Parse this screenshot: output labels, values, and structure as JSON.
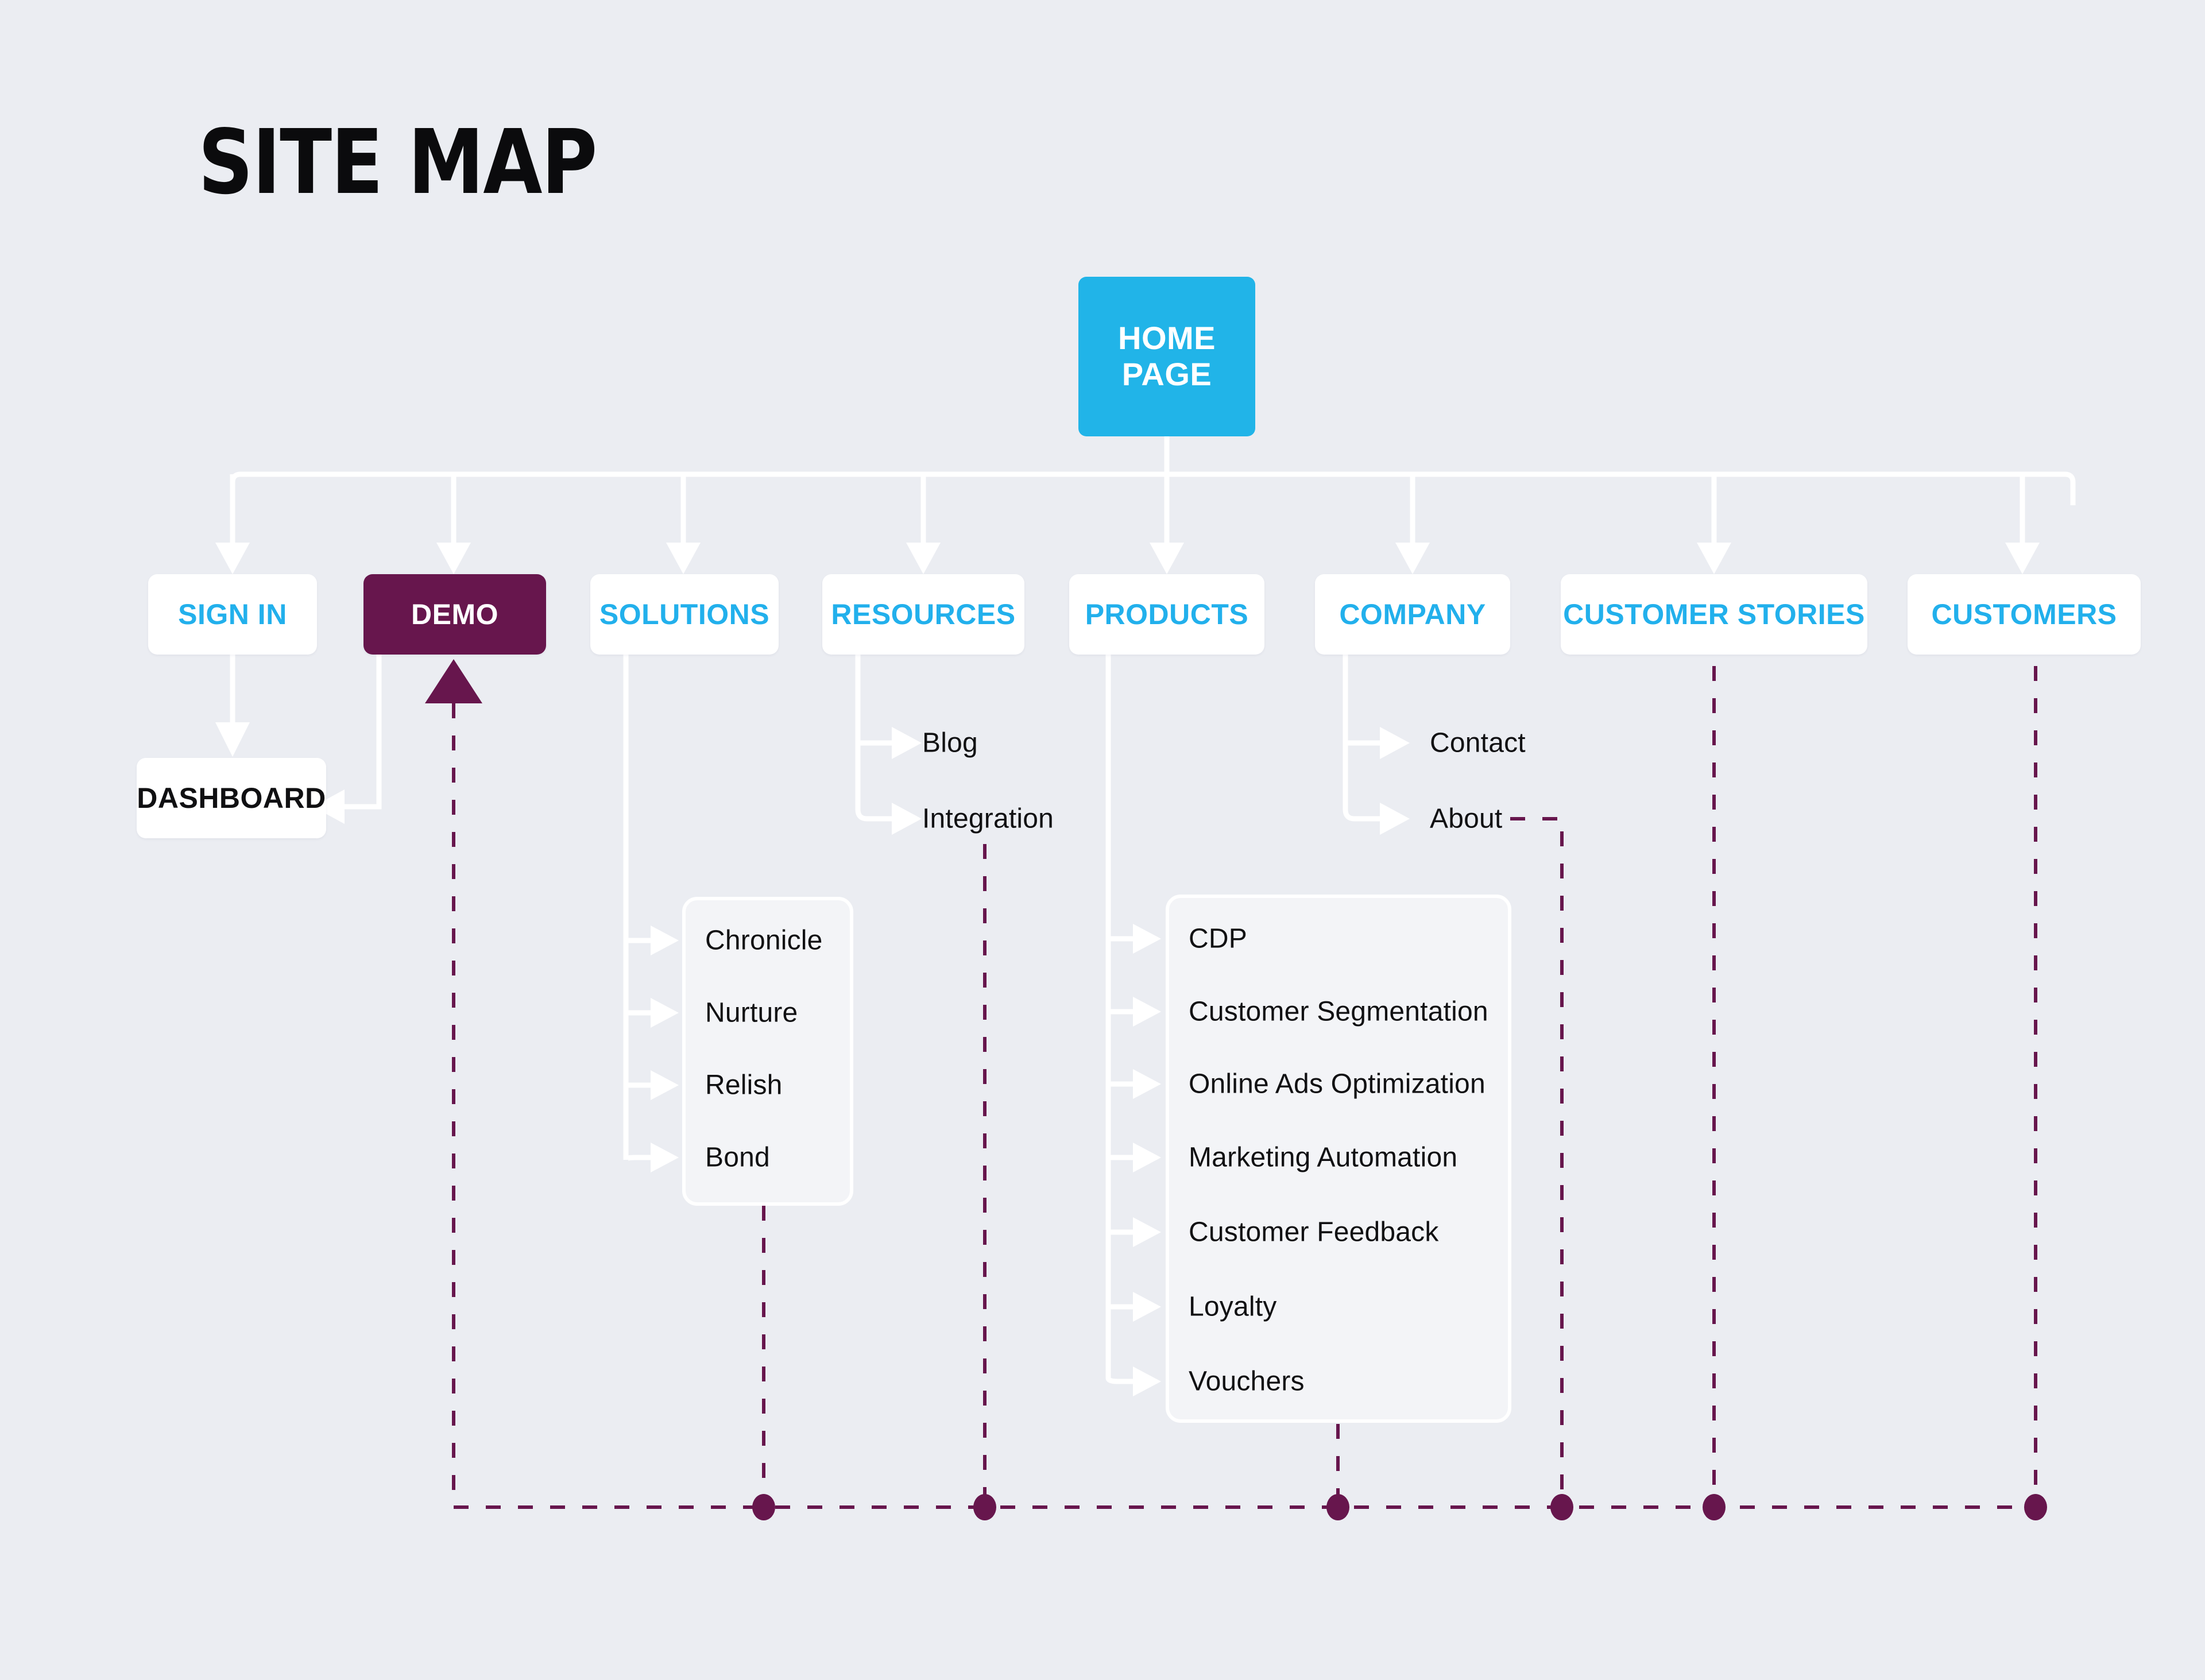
{
  "page": {
    "title": "SITE MAP",
    "background_color": "#ebedf2",
    "accent_blue": "#22b0ec",
    "accent_purple": "#67164d",
    "node_white": "#ffffff",
    "connector_white": "#ffffff",
    "panel_fill": "#f3f4f7"
  },
  "root": {
    "label_line1": "HOME",
    "label_line2": "PAGE",
    "name": "home-page"
  },
  "level1": [
    {
      "label": "SIGN IN",
      "name": "sign-in",
      "highlight": false
    },
    {
      "label": "DEMO",
      "name": "demo",
      "highlight": true
    },
    {
      "label": "SOLUTIONS",
      "name": "solutions",
      "highlight": false
    },
    {
      "label": "RESOURCES",
      "name": "resources",
      "highlight": false
    },
    {
      "label": "PRODUCTS",
      "name": "products",
      "highlight": false
    },
    {
      "label": "COMPANY",
      "name": "company",
      "highlight": false
    },
    {
      "label": "CUSTOMER STORIES",
      "name": "customer-stories",
      "highlight": false
    },
    {
      "label": "CUSTOMERS",
      "name": "customers",
      "highlight": false
    }
  ],
  "dashboard": {
    "label": "DASHBOARD",
    "name": "dashboard"
  },
  "resources_children": [
    {
      "label": "Blog"
    },
    {
      "label": "Integration"
    }
  ],
  "company_children": [
    {
      "label": "Contact"
    },
    {
      "label": "About"
    }
  ],
  "solutions_children": [
    {
      "label": "Chronicle"
    },
    {
      "label": "Nurture"
    },
    {
      "label": "Relish"
    },
    {
      "label": "Bond"
    }
  ],
  "products_children": [
    {
      "label": "CDP"
    },
    {
      "label": "Customer Segmentation"
    },
    {
      "label": "Online Ads Optimization"
    },
    {
      "label": "Marketing Automation"
    },
    {
      "label": "Customer Feedback"
    },
    {
      "label": "Loyalty"
    },
    {
      "label": "Vouchers"
    }
  ],
  "flow_line": {
    "name": "demo-conversion-flow",
    "style": "dashed",
    "color": "#67164d",
    "junction_dot_count": 5
  }
}
